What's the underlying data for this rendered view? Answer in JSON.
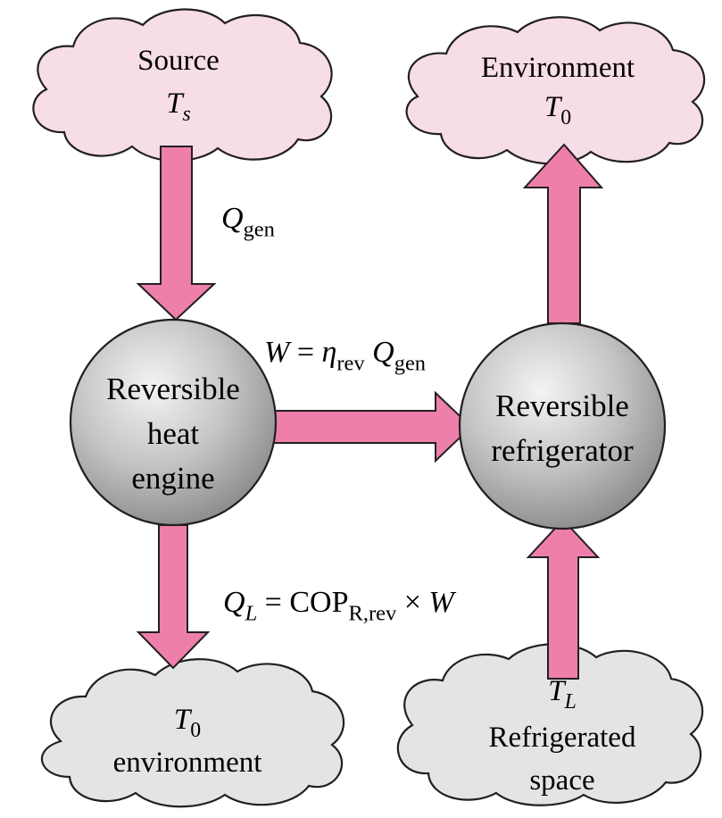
{
  "colors": {
    "pink_fill": "#f7dde8",
    "gray_fill": "#e4e4e4",
    "arrow_fill": "#ee7fab",
    "outline": "#231f20",
    "sphere_light": "#f4f4f4",
    "sphere_dark": "#8c8c8c"
  },
  "source": {
    "name": "Source",
    "temp_symbol": "T",
    "temp_sub": "s"
  },
  "env_top": {
    "name": "Environment",
    "temp_symbol": "T",
    "temp_sub": "0"
  },
  "env_bottom": {
    "name": "environment",
    "temp_symbol": "T",
    "temp_sub": "0"
  },
  "refrig_space": {
    "temp_symbol": "T",
    "temp_sub": "L",
    "line1": "Refrigerated",
    "line2": "space"
  },
  "engine": {
    "line1": "Reversible",
    "line2": "heat",
    "line3": "engine"
  },
  "refrigerator": {
    "line1": "Reversible",
    "line2": "refrigerator"
  },
  "q_gen": {
    "symbol": "Q",
    "sub": "gen"
  },
  "work": {
    "lhs": "W",
    "equals": "=",
    "eta": "η",
    "eta_sub": "rev",
    "q": "Q",
    "q_sub": "gen"
  },
  "q_l": {
    "q": "Q",
    "q_sub": "L",
    "equals": "=",
    "cop": "COP",
    "cop_sub": "R,rev",
    "times": "×",
    "w": "W"
  }
}
